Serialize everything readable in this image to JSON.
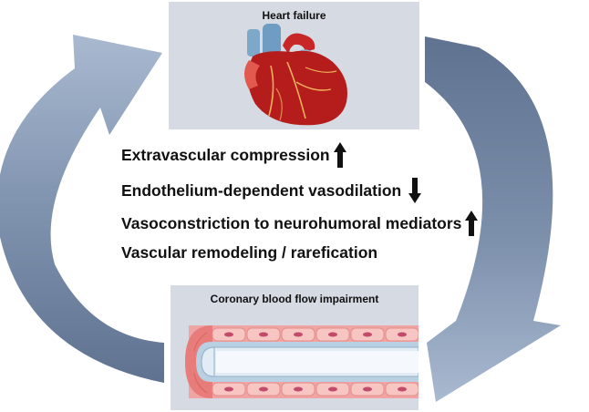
{
  "top_panel": {
    "title": "Heart failure"
  },
  "bottom_panel": {
    "title": "Coronary blood flow impairment"
  },
  "mechanisms": [
    {
      "label": "Extravascular compression",
      "direction": "up"
    },
    {
      "label": "Endothelium-dependent vasodilation",
      "direction": "down"
    },
    {
      "label": "Vasoconstriction to neurohumoral mediators",
      "direction": "up"
    },
    {
      "label": "Vascular remodeling / rarefication",
      "direction": "none"
    }
  ],
  "colors": {
    "cycle_arrow_light": "#97a9c4",
    "cycle_arrow_dark": "#5f7290",
    "panel_background": "#d5dae3",
    "heart": "#b51d1d",
    "vessel_cells": "#f6b7b4"
  },
  "icons": [
    "heart-icon",
    "blood-vessel-icon",
    "up-arrow-icon",
    "down-arrow-icon"
  ]
}
